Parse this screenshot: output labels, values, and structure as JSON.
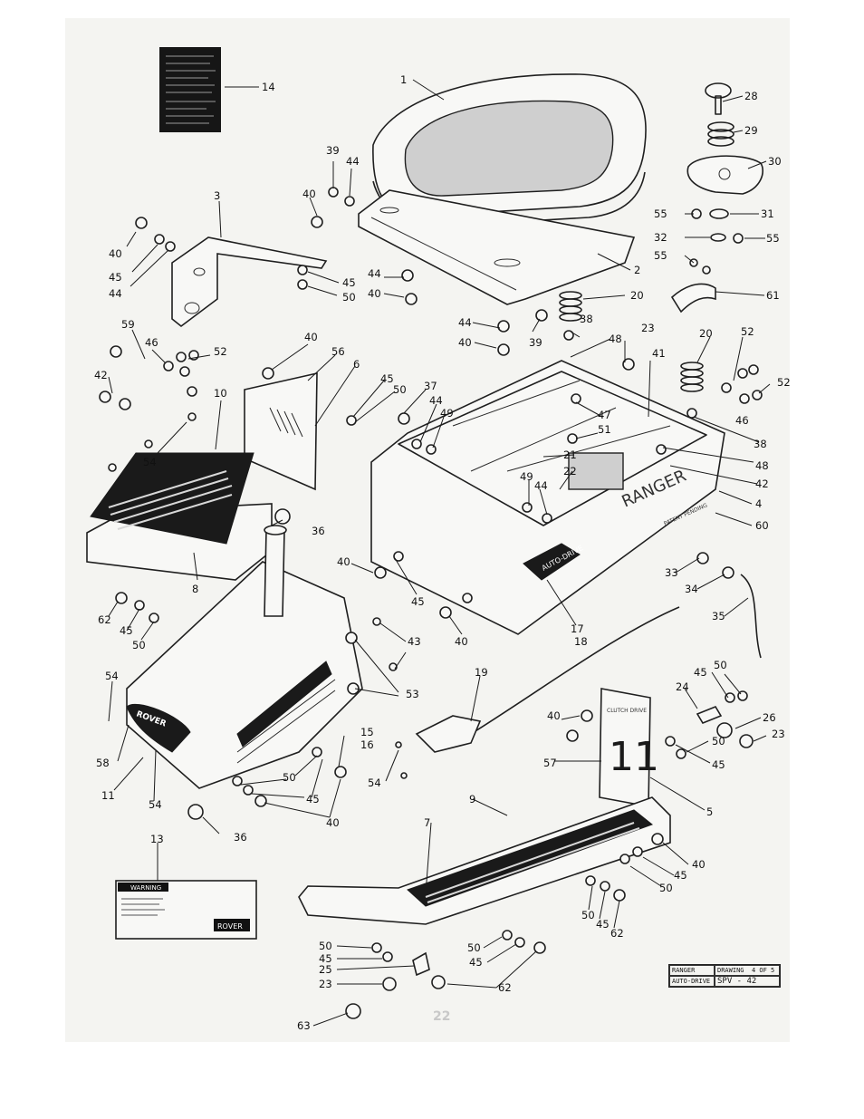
{
  "title_block": {
    "model": "RANGER",
    "drawing_label": "DRAWING",
    "drawing_number": "4 OF 5",
    "variant": "AUTO-DRIVE",
    "code": "SPV - 42"
  },
  "page_number": "22",
  "labels": {
    "ranger": "RANGER",
    "auto_drive": "AUTO-DRIVE",
    "patent_pending": "PATENT PENDING",
    "rover": "ROVER",
    "clutch_drive": "CLUTCH DRIVE",
    "gear_number": "11",
    "warning": "WARNING",
    "rover_badge": "ROVER"
  },
  "callouts": [
    "1",
    "2",
    "3",
    "4",
    "5",
    "6",
    "7",
    "8",
    "9",
    "10",
    "11",
    "13",
    "14",
    "15",
    "16",
    "17",
    "18",
    "19",
    "20",
    "21",
    "22",
    "23",
    "24",
    "25",
    "26",
    "28",
    "29",
    "30",
    "31",
    "32",
    "33",
    "34",
    "35",
    "36",
    "37",
    "38",
    "39",
    "40",
    "41",
    "42",
    "43",
    "44",
    "45",
    "46",
    "47",
    "48",
    "49",
    "50",
    "51",
    "52",
    "53",
    "54",
    "55",
    "56",
    "57",
    "58",
    "59",
    "60",
    "61",
    "62",
    "63"
  ]
}
